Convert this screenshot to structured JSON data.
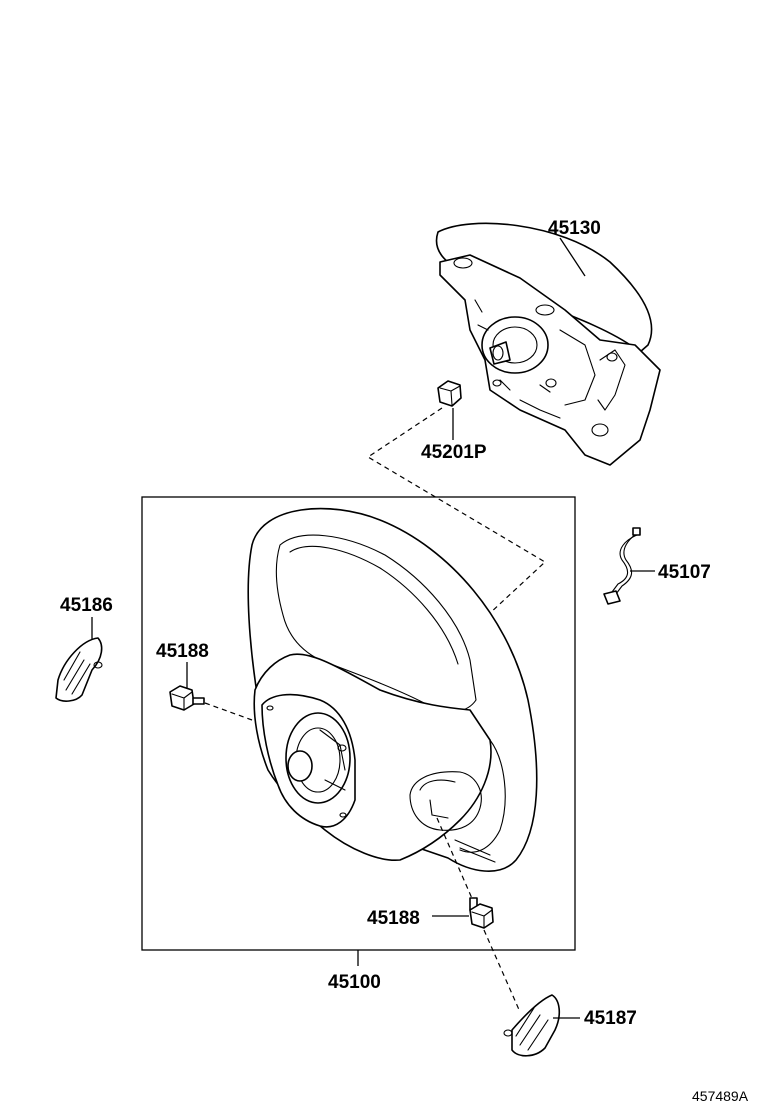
{
  "diagram": {
    "reference_code": "457489A",
    "parts": [
      {
        "id": "45130",
        "label": "45130"
      },
      {
        "id": "45201P",
        "label": "45201P"
      },
      {
        "id": "45107",
        "label": "45107"
      },
      {
        "id": "45186",
        "label": "45186"
      },
      {
        "id": "45188_upper",
        "label": "45188"
      },
      {
        "id": "45188_lower",
        "label": "45188"
      },
      {
        "id": "45100",
        "label": "45100"
      },
      {
        "id": "45187",
        "label": "45187"
      }
    ]
  }
}
